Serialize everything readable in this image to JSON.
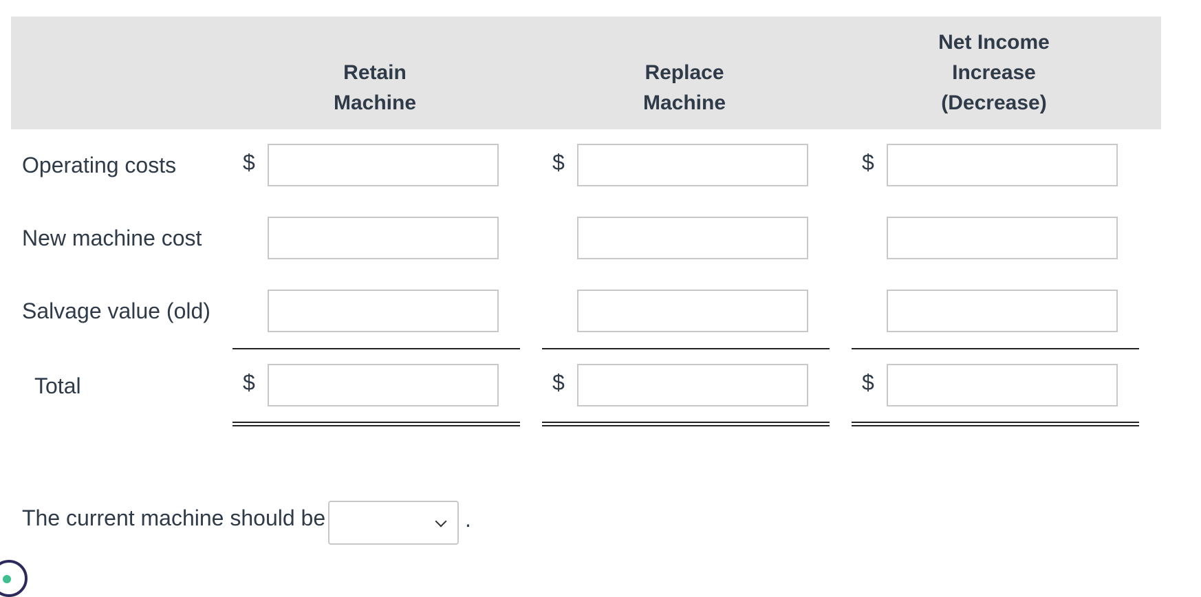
{
  "columns": [
    {
      "line1": "Retain",
      "line2": "Machine"
    },
    {
      "line1": "Replace",
      "line2": "Machine"
    },
    {
      "line1": "Net Income",
      "line2": "Increase",
      "line3": "(Decrease)"
    }
  ],
  "rows": [
    {
      "label": "Operating costs"
    },
    {
      "label": "New machine cost"
    },
    {
      "label": "Salvage value (old)"
    },
    {
      "label": "Total"
    }
  ],
  "currency_symbol": "$",
  "conclusion": {
    "text": "The current machine should be",
    "selected": "",
    "terminator": "."
  }
}
